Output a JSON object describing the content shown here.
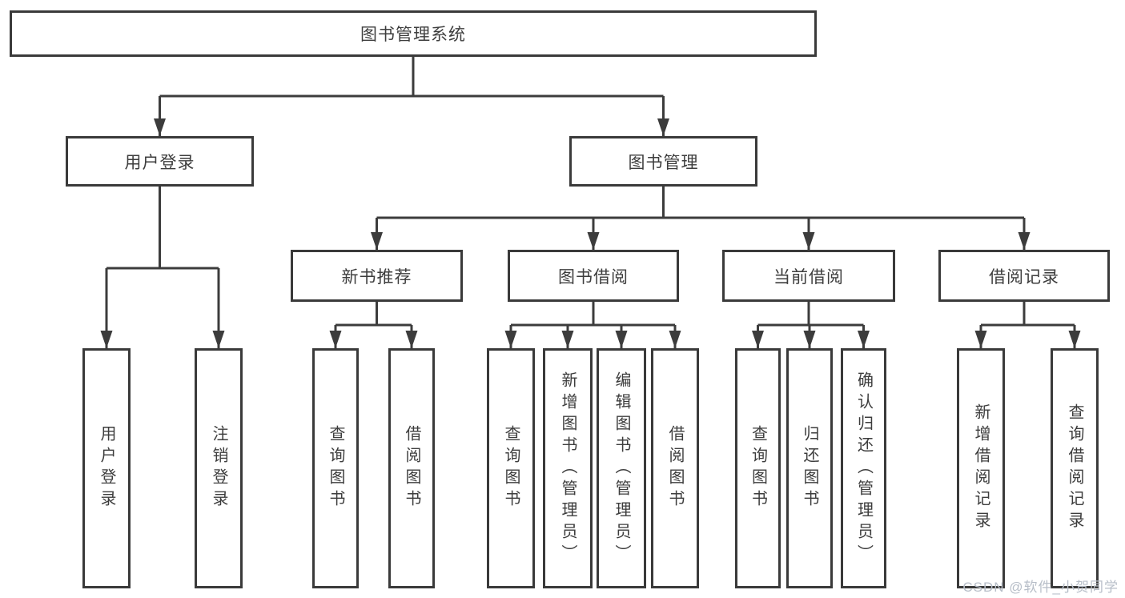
{
  "diagram": {
    "root": {
      "label": "图书管理系统"
    },
    "branches": [
      {
        "label": "用户登录"
      },
      {
        "label": "图书管理"
      }
    ],
    "modules": [
      {
        "label": "新书推荐",
        "parent": "图书管理"
      },
      {
        "label": "图书借阅",
        "parent": "图书管理"
      },
      {
        "label": "当前借阅",
        "parent": "图书管理"
      },
      {
        "label": "借阅记录",
        "parent": "图书管理"
      }
    ],
    "leaves": [
      {
        "label": "用户登录",
        "parent": "用户登录"
      },
      {
        "label": "注销登录",
        "parent": "用户登录"
      },
      {
        "label": "查询图书",
        "parent": "新书推荐"
      },
      {
        "label": "借阅图书",
        "parent": "新书推荐"
      },
      {
        "label": "查询图书",
        "parent": "图书借阅"
      },
      {
        "label": "新增图书（管理员）",
        "parent": "图书借阅"
      },
      {
        "label": "编辑图书（管理员）",
        "parent": "图书借阅"
      },
      {
        "label": "借阅图书",
        "parent": "图书借阅"
      },
      {
        "label": "查询图书",
        "parent": "当前借阅"
      },
      {
        "label": "归还图书",
        "parent": "当前借阅"
      },
      {
        "label": "确认归还（管理员）",
        "parent": "当前借阅"
      },
      {
        "label": "新增借阅记录",
        "parent": "借阅记录"
      },
      {
        "label": "查询借阅记录",
        "parent": "借阅记录"
      }
    ],
    "colors": {
      "line": "#3c3c3c",
      "text": "#3d3d3d",
      "background": "#ffffff",
      "watermark": "#b7bec8"
    }
  },
  "watermark": {
    "text": "CSDN @软件_小贺同学"
  }
}
